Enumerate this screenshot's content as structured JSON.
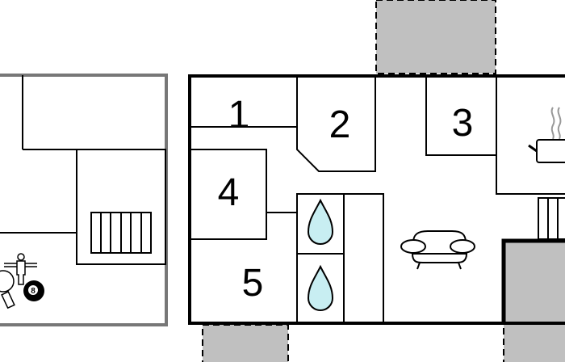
{
  "floorplan": {
    "rooms": [
      {
        "label": "1"
      },
      {
        "label": "2"
      },
      {
        "label": "3"
      },
      {
        "label": "4"
      },
      {
        "label": "5"
      }
    ],
    "billiard_ball_label": "8",
    "icons": [
      "table-tennis-icon",
      "foosball-icon",
      "billiard-ball-icon",
      "stairs-icon",
      "shower-icon",
      "sofa-icon",
      "kitchen-pot-icon"
    ],
    "colors": {
      "wall": "#000000",
      "outer_building_wall": "#777777",
      "terrace": "#c0c0c0"
    }
  }
}
